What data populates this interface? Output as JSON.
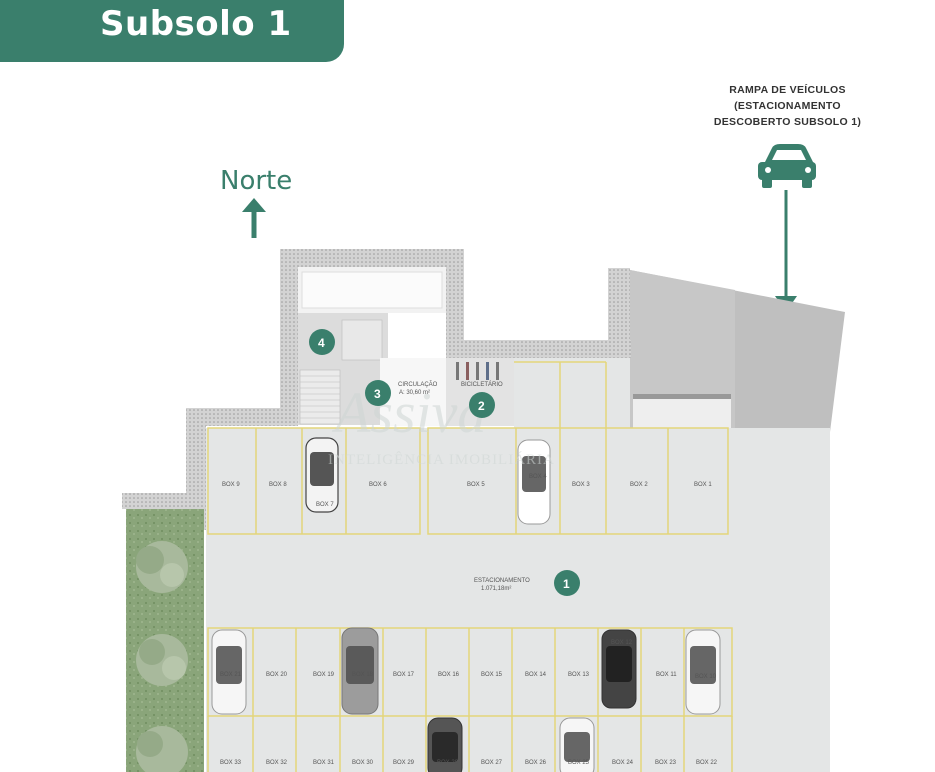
{
  "header": {
    "title": "Subsolo 1"
  },
  "compass": {
    "label": "Norte"
  },
  "ramp": {
    "line1": "RAMPA DE VEÍCULOS",
    "line2": "(ESTACIONAMENTO",
    "line3": "DESCOBERTO SUBSOLO 1)"
  },
  "watermark": {
    "brand": "Assiva",
    "tagline": "INTELIGÊNCIA IMOBILIÁRIA"
  },
  "rooms": {
    "circulacao": {
      "name": "CIRCULAÇÃO",
      "area": "A: 30,60 m²"
    },
    "bicicletario": {
      "name": "BICICLETÁRIO"
    },
    "estacionamento": {
      "name": "ESTACIONAMENTO",
      "area": "1.071,18m²"
    }
  },
  "markers": [
    "1",
    "2",
    "3",
    "4"
  ],
  "boxes_top": [
    "BOX 9",
    "BOX 8",
    "BOX 7",
    "BOX 6",
    "BOX 5",
    "BOX 4",
    "BOX 3",
    "BOX 2",
    "BOX 1"
  ],
  "boxes_mid": [
    "BOX 21",
    "BOX 20",
    "BOX 19",
    "BOX 18",
    "BOX 17",
    "BOX 16",
    "BOX 15",
    "BOX 14",
    "BOX 13",
    "BOX 12",
    "BOX 11",
    "BOX 10"
  ],
  "boxes_bottom": [
    "BOX 33",
    "BOX 32",
    "BOX 31",
    "BOX 30",
    "BOX 29",
    "BOX 28",
    "BOX 27",
    "BOX 26",
    "BOX 25",
    "BOX 24",
    "BOX 23",
    "BOX 22"
  ],
  "colors": {
    "brand": "#3a7f6c",
    "floor": "#e4e6e6",
    "stripe": "#e3d57a",
    "wall": "#bdbdbd",
    "hedge": "#7d9d6d"
  }
}
